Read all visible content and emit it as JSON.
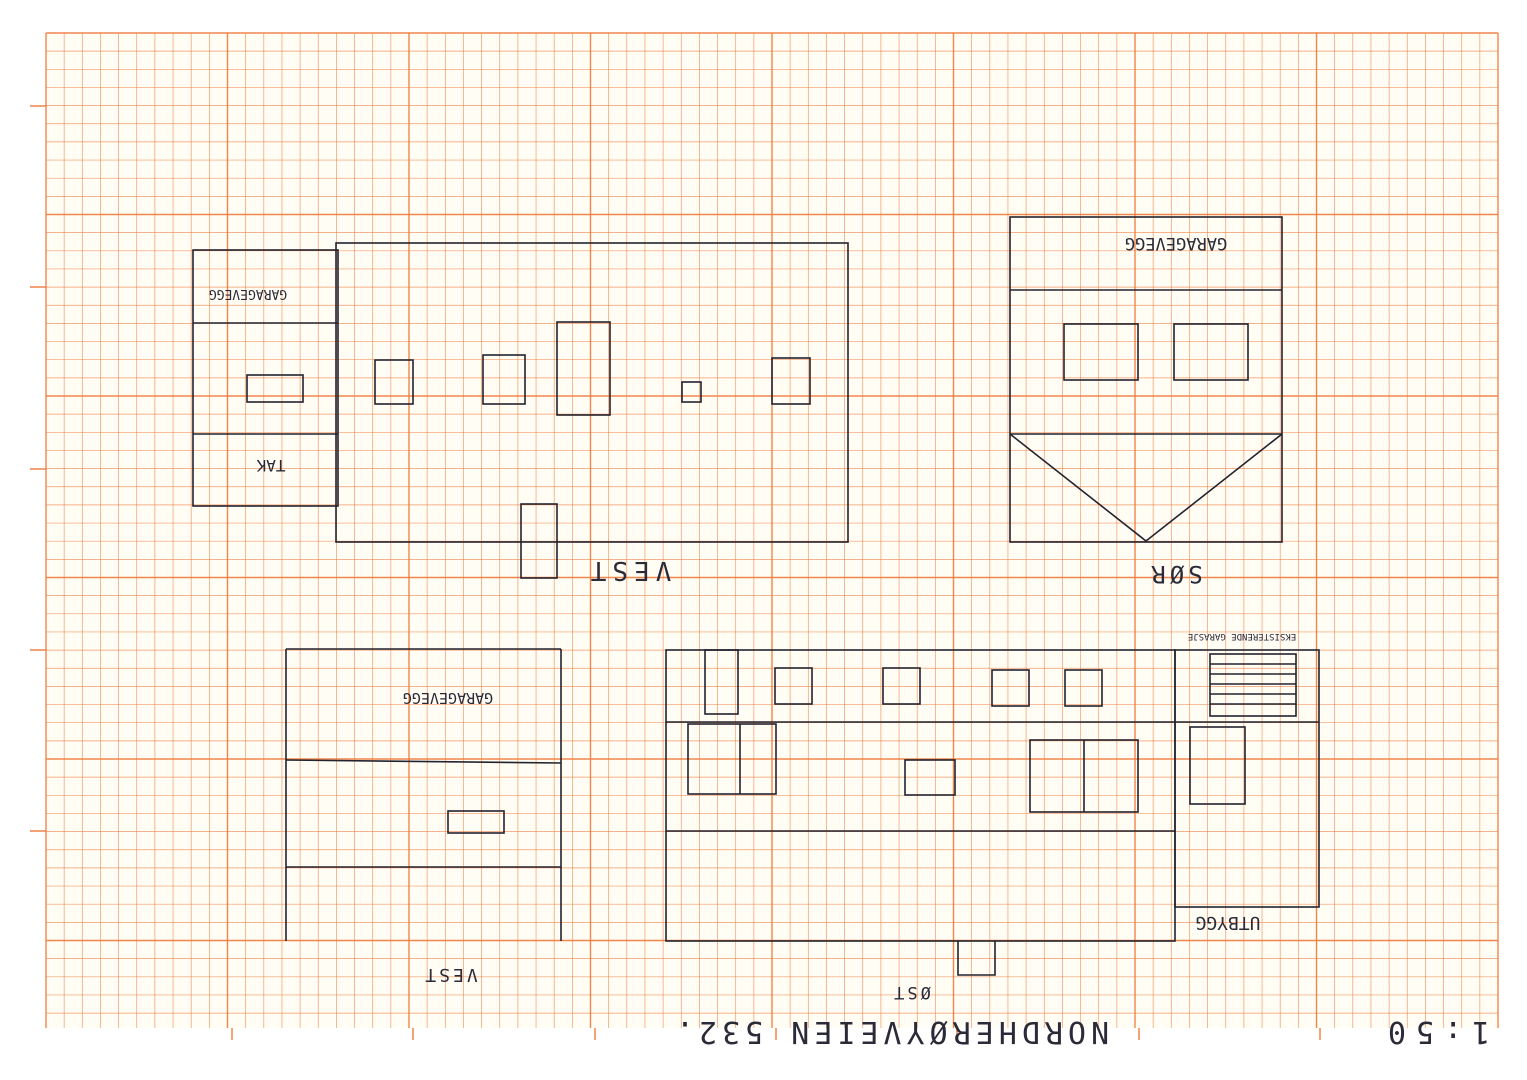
{
  "sheet": {
    "paper_color": "#fffdf4",
    "grid_color": "#f07a3a",
    "ink_color": "#23232f",
    "scale_label": "1:50",
    "address_label": "NORDHERØYVEIEN 532."
  },
  "views": {
    "vest_top": {
      "heading": "VEST",
      "garage_label": "GARAGEVEGG",
      "floor_label": "TAK"
    },
    "sor": {
      "heading": "SØR",
      "garage_label": "GARAGEVEGG"
    },
    "vest_bottom": {
      "heading": "VEST",
      "garage_label": "GARAGEVEGG"
    },
    "ost": {
      "heading": "ØST",
      "existing_garage_label": "EKSISTERENDE GARASJE",
      "extension_label": "UTBYGG"
    }
  }
}
